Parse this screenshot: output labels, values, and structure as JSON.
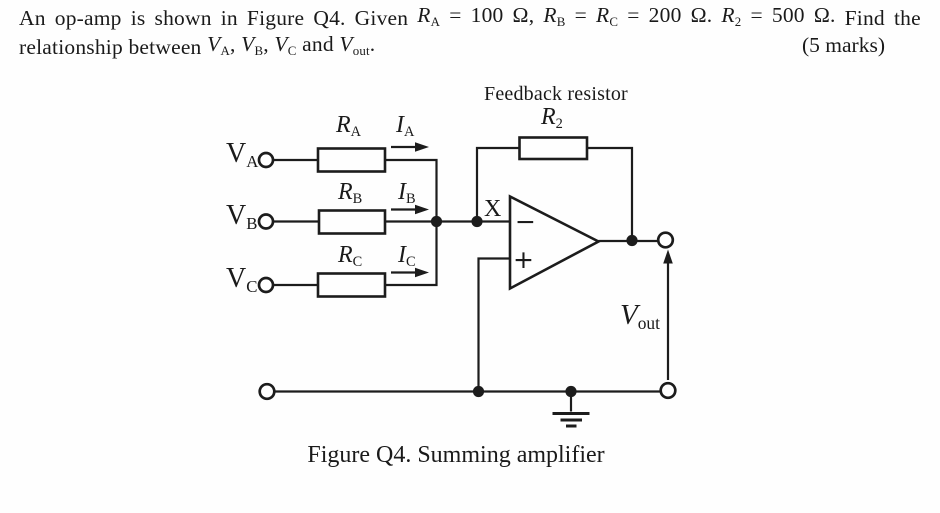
{
  "colors": {
    "ink": "#1a1a1a",
    "paper": "#fefefe"
  },
  "question": {
    "line1": {
      "prefix": "An op-amp is shown in Figure Q4. Given ",
      "math": [
        {
          "v": "R",
          "sub": "A"
        },
        {
          "t": " = 100 Ω, "
        },
        {
          "v": "R",
          "sub": "B"
        },
        {
          "t": " = "
        },
        {
          "v": "R",
          "sub": "C"
        },
        {
          "t": " = 200 Ω. "
        },
        {
          "v": "R",
          "sub": "2"
        },
        {
          "t": " = 500 Ω."
        }
      ],
      "suffix": " Find the"
    },
    "line2": {
      "prefix": "relationship between ",
      "math": [
        {
          "v": "V",
          "sub": "A"
        },
        {
          "t": ", "
        },
        {
          "v": "V",
          "sub": "B"
        },
        {
          "t": ", "
        },
        {
          "v": "V",
          "sub": "C"
        },
        {
          "t": " and "
        },
        {
          "v": "V",
          "sub": "out"
        },
        {
          "t": "."
        }
      ]
    },
    "marks": "(5 marks)"
  },
  "figure": {
    "caption": "Figure Q4. Summing amplifier",
    "feedback_title": "Feedback resistor",
    "labels": {
      "r2": [
        {
          "v": "R",
          "sub": "2"
        }
      ],
      "ra": [
        {
          "v": "R",
          "sub": "A"
        }
      ],
      "rb": [
        {
          "v": "R",
          "sub": "B"
        }
      ],
      "rc": [
        {
          "v": "R",
          "sub": "C"
        }
      ],
      "ia": [
        {
          "v": "I",
          "sub": "A"
        }
      ],
      "ib": [
        {
          "v": "I",
          "sub": "B"
        }
      ],
      "ic": [
        {
          "v": "I",
          "sub": "C"
        }
      ],
      "va": [
        {
          "t": "V",
          "sub": "A"
        }
      ],
      "vb": [
        {
          "t": "V",
          "sub": "B"
        }
      ],
      "vc": [
        {
          "t": "V",
          "sub": "C"
        }
      ],
      "vout": [
        {
          "v": "V",
          "sub": "out"
        }
      ],
      "x_node": "X",
      "minus": "−",
      "plus": "+"
    }
  }
}
